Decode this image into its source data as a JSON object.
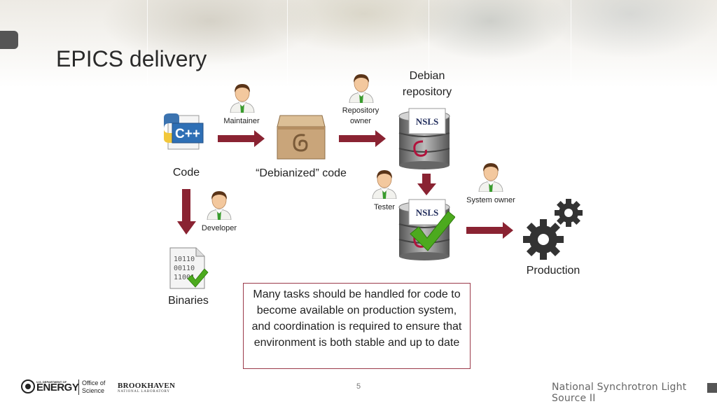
{
  "slide": {
    "title": "EPICS delivery",
    "page_number": "5",
    "footer_institution": "National Synchrotron Light Source II",
    "logos": {
      "doe_small": "U.S. DEPARTMENT OF",
      "doe_main": "ENERGY",
      "doe_office": "Office of Science",
      "bnl_main": "BROOKHAVEN",
      "bnl_sub": "NATIONAL LABORATORY"
    }
  },
  "diagram": {
    "nodes": {
      "code": "Code",
      "debianized_code": "“Debianized” code",
      "debian_repository": "Debian repository",
      "binaries": "Binaries",
      "production": "Production"
    },
    "roles": {
      "maintainer": "Maintainer",
      "repository_owner": "Repository owner",
      "tester": "Tester",
      "system_owner": "System owner",
      "developer": "Developer"
    },
    "server_label": "NSLS",
    "cpp_label": "C++",
    "binary_lines": [
      "10110",
      "00110",
      "11001"
    ],
    "note": "Many tasks should be handled for code to become available on production system, and coordination is required to ensure that environment is both stable and up to date"
  },
  "colors": {
    "arrow": "#8a2332",
    "note_border": "#9b3a4a",
    "check": "#4caa1e"
  },
  "icons": [
    "person-icon",
    "cpp-code-icon",
    "debian-package-icon",
    "nsls-server-icon",
    "binary-file-icon",
    "gears-icon",
    "check-icon"
  ]
}
